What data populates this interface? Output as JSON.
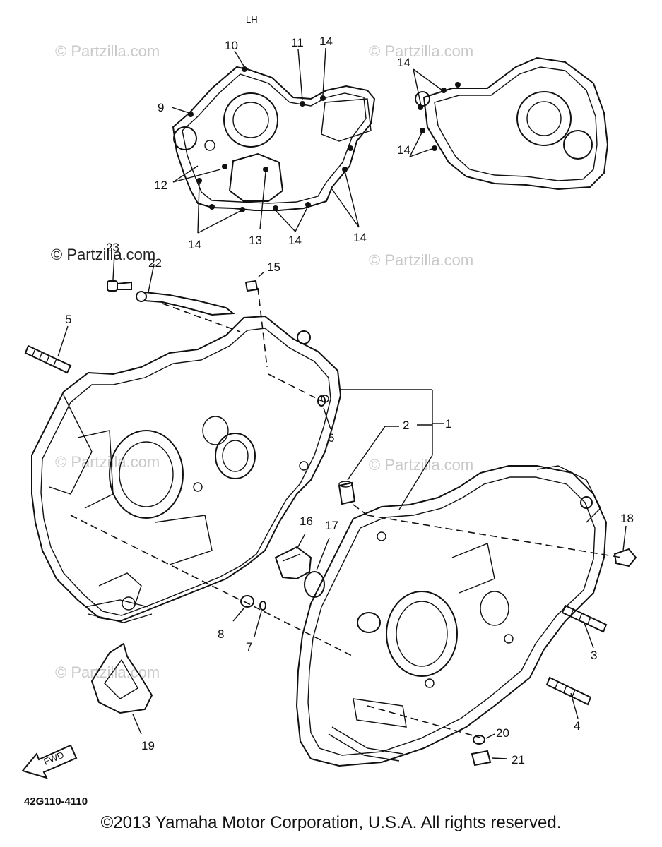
{
  "side_label": "LH",
  "watermarks": [
    "© Partzilla.com",
    "© Partzilla.com",
    "© Partzilla.com",
    "© Partzilla.com",
    "© Partzilla.com",
    "© Partzilla.com",
    "© Partzilla.com"
  ],
  "callouts": [
    "1",
    "2",
    "3",
    "4",
    "5",
    "6",
    "7",
    "8",
    "9",
    "10",
    "11",
    "12",
    "13",
    "14",
    "15",
    "16",
    "17",
    "18",
    "19",
    "20",
    "21",
    "22",
    "23"
  ],
  "fwd_label": "FWD",
  "diagram_code": "42G110-4110",
  "copyright": "©2013 Yamaha Motor Corporation, U.S.A. All rights reserved."
}
